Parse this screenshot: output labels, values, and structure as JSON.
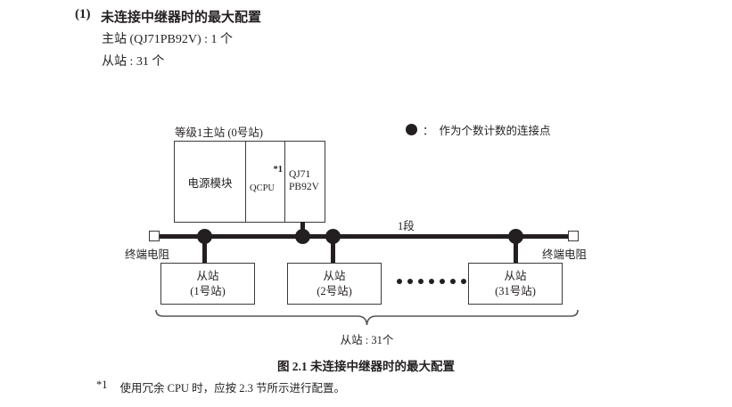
{
  "section": {
    "number": "(1)",
    "title": "未连接中继器时的最大配置",
    "specs": [
      "主站 (QJ71PB92V) : 1 个",
      "从站 : 31 个"
    ]
  },
  "legend": {
    "symbol": "dot-filled-icon",
    "colon": "：",
    "text": "作为个数计数的连接点"
  },
  "diagram": {
    "master_label": "等级1主站 (0号站)",
    "master_modules": [
      {
        "name": "电源模块"
      },
      {
        "name": "QCPU",
        "note": "*1"
      },
      {
        "name": "QJ71",
        "name2": "PB92V"
      }
    ],
    "terminator_left": "终端电阻",
    "terminator_right": "终端电阻",
    "segment_label": "1段",
    "slaves": [
      {
        "title": "从站",
        "station": "(1号站)"
      },
      {
        "title": "从站",
        "station": "(2号站)"
      },
      {
        "title": "从站",
        "station": "(31号站)"
      }
    ],
    "ellipsis_count": 7,
    "brace_label": "从站 : 31个"
  },
  "caption": "图 2.1  未连接中继器时的最大配置",
  "footnote": {
    "mark": "*1",
    "text": "使用冗余 CPU 时，应按 2.3 节所示进行配置。"
  },
  "colors": {
    "ink": "#231f20",
    "stroke": "#3b3b3b",
    "background": "#ffffff"
  }
}
